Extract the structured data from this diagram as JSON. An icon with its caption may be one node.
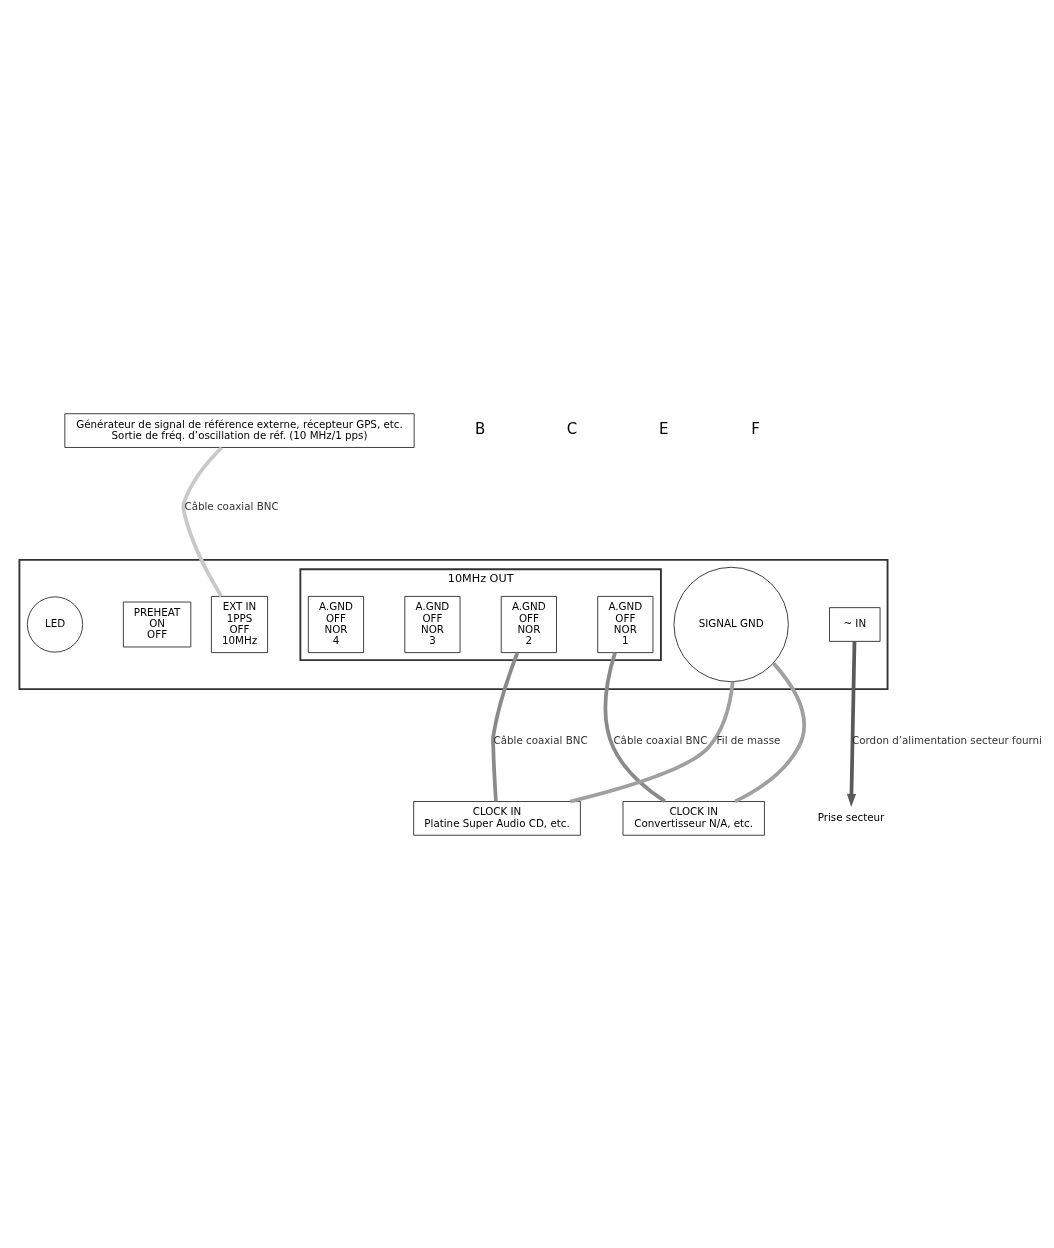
{
  "diagram": {
    "nodes": [
      {
        "text": [
          "Générateur de signal de référence externe, récepteur GPS, etc.",
          "Sortie de fréq. d’oscillation de réf. (10 MHz/1 pps)"
        ]
      },
      {
        "text": [],
        "shape": "box"
      },
      {
        "text": [
          "EXT IN",
          "1PPS",
          "OFF",
          "10MHz"
        ],
        "in": 1
      },
      {
        "text": [
          "10MHz OUT"
        ],
        "in": 1
      },
      {
        "text": [
          "A.GND",
          "OFF",
          "NOR",
          "4"
        ],
        "in": 3
      },
      {
        "text": [
          "A.GND",
          "OFF",
          "NOR",
          "3"
        ],
        "in": 3
      },
      {
        "text": [
          "A.GND",
          "OFF",
          "NOR",
          "2"
        ],
        "in": 3
      },
      {
        "text": [
          "A.GND",
          "OFF",
          "NOR",
          "1"
        ],
        "in": 3
      },
      {
        "text": [
          "LED"
        ],
        "in": 1
      },
      {
        "text": [
          "PREHEAT",
          "ON",
          "OFF"
        ],
        "in": 1
      },
      {
        "text": [
          "SIGNAL GND"
        ],
        "in": 1
      },
      {
        "text": [
          "~ IN"
        ],
        "in": 1
      },
      {
        "text": [
          "CLOCK IN",
          "Platine Super Audio CD, etc."
        ]
      },
      {
        "text": [
          "CLOCK IN",
          "Convertisseur N/A, etc."
        ]
      },
      {
        "text": [
          "Prise secteur"
        ]
      }
    ],
    "edges": [
      {
        "from": 0,
        "to": 2,
        "arrow": "none",
        "label": "Câble coaxial BNC",
        "color": "#c8c8c8"
      },
      {
        "from": 6,
        "to": 12,
        "arrow": "none",
        "label": "Câble coaxial BNC"
      },
      {
        "from": 7,
        "to": 13,
        "arrow": "none",
        "label": "Câble coaxial BNC"
      },
      {
        "from": 10,
        "to": 12,
        "arrow": "none",
        "label": "Fil de masse",
        "color": "#a0a0a0"
      },
      {
        "from": 10,
        "to": 13,
        "arrow": "none",
        "color": "#a0a0a0"
      },
      {
        "from": 11,
        "to": 14,
        "arrow": "to",
        "label": "Cordon d’alimentation secteur fourni",
        "color": "#5a5a5a"
      }
    ],
    "labels": [
      "B",
      "C",
      "E",
      "F"
    ]
  }
}
